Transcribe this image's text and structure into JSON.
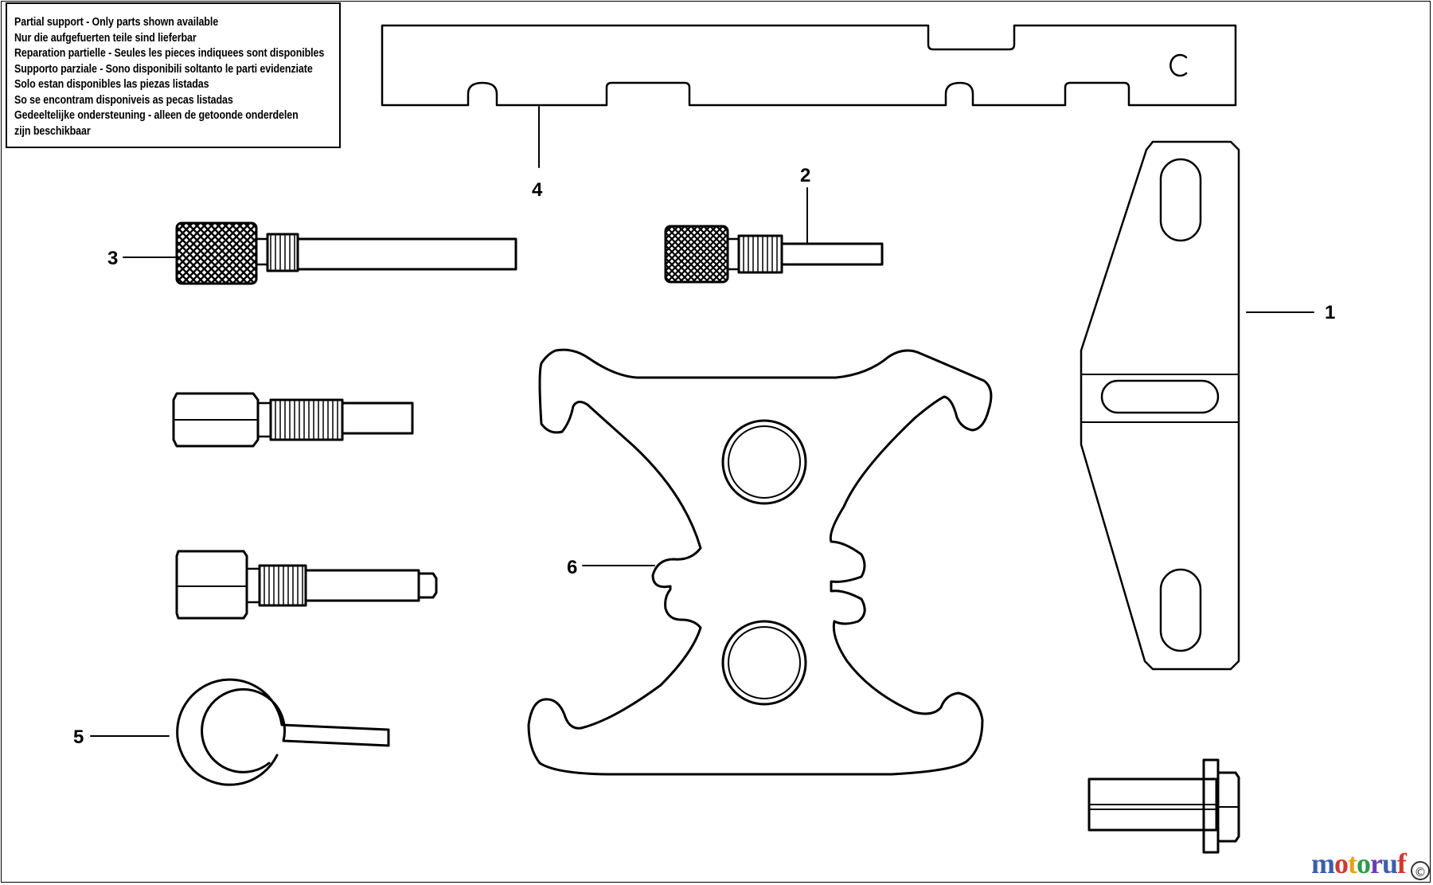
{
  "notice": {
    "lines": [
      "Partial support - Only parts shown available",
      "Nur die aufgefuerten teile sind lieferbar",
      "Reparation partielle - Seules les pieces indiquees sont disponibles",
      "Supporto parziale - Sono disponibili soltanto le parti evidenziate",
      "Solo estan disponibles las piezas listadas",
      "So se encontram disponiveis as pecas listadas",
      "Gedeeltelijke ondersteuning - alleen de getoonde onderdelen",
      "zijn beschikbaar"
    ]
  },
  "callouts": {
    "c1": "1",
    "c2": "2",
    "c3": "3",
    "c4": "4",
    "c5": "5",
    "c6": "6"
  },
  "watermark": {
    "text": "motoruf",
    "copyright": "©",
    "colors": [
      "#3a5fb0",
      "#d03a2e",
      "#e8a21a",
      "#2f9a4a",
      "#6a3fb0",
      "#3a5fb0",
      "#d03a2e"
    ]
  }
}
